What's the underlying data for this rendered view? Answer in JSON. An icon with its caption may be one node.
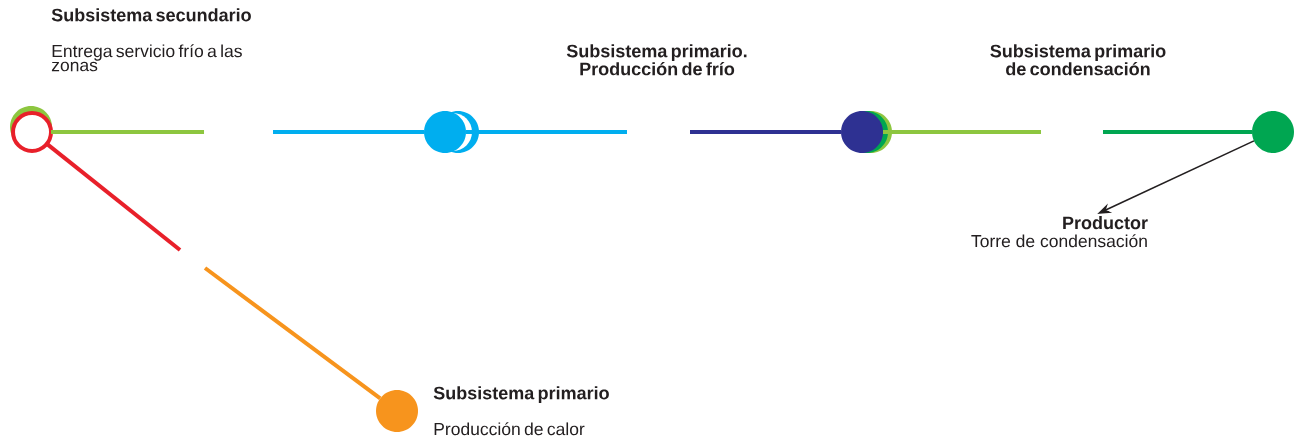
{
  "diagram": {
    "nodes": [
      {
        "text": [],
        "shape": "circle",
        "beside": [
          "Subsistema secundario",
          "Entrega servicio frío a las zonas"
        ]
      },
      {
        "text": [],
        "shape": "circle"
      },
      {
        "text": [],
        "shape": "circle"
      },
      {
        "text": [],
        "shape": "circle"
      },
      {
        "text": [],
        "shape": "circle",
        "beside": [
          "Subsistema primario",
          "Producción de calor"
        ]
      },
      {
        "text": [
          "Productor",
          "Torre de condensación"
        ]
      }
    ],
    "edges": [
      {
        "from": 0,
        "to": null,
        "arrow": "none",
        "color": "#8dc63f"
      },
      {
        "from": null,
        "to": 1,
        "arrow": "none",
        "color": "#00aeef"
      },
      {
        "from": 1,
        "to": null,
        "arrow": "none",
        "color": "#00aeef"
      },
      {
        "from": null,
        "to": 2,
        "arrow": "none",
        "color": "#2e3192"
      },
      {
        "from": 2,
        "to": null,
        "arrow": "none",
        "color": "#8dc63f"
      },
      {
        "from": null,
        "to": 3,
        "arrow": "none",
        "color": "#00a651"
      },
      {
        "from": 0,
        "to": null,
        "arrow": "none",
        "color": "#e8202a"
      },
      {
        "from": null,
        "to": 4,
        "arrow": "none",
        "color": "#f7941d"
      },
      {
        "from": 3,
        "to": 5,
        "arrow": "to",
        "color": "#231f20"
      }
    ],
    "labels": [
      "Subsistema primario. Producción de frío",
      "Subsistema primario de condensación"
    ]
  }
}
